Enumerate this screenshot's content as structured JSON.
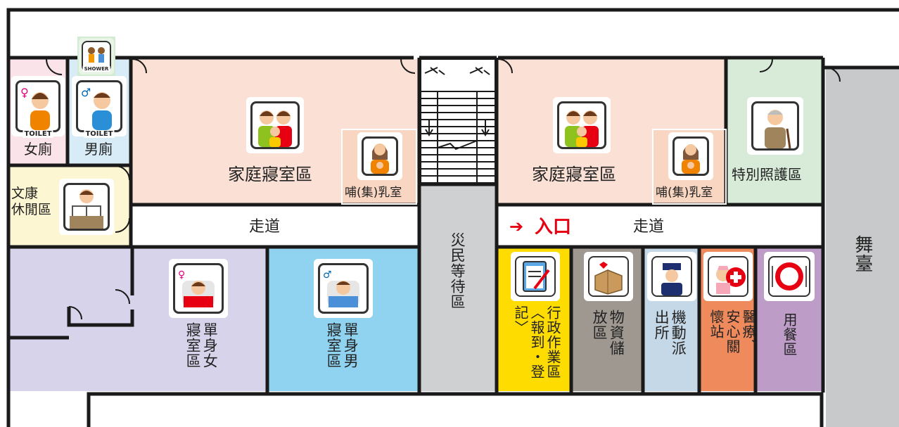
{
  "rooms": {
    "womens_toilet": {
      "label": "女廁",
      "tag": "TOILET"
    },
    "mens_toilet": {
      "label": "男廁",
      "tag": "TOILET"
    },
    "shower": {
      "tag": "SHOWER"
    },
    "family_room_left": {
      "label": "家庭寢室區"
    },
    "nursing_left": {
      "label": "哺(集)乳室"
    },
    "family_room_right": {
      "label": "家庭寢室區"
    },
    "nursing_right": {
      "label": "哺(集)乳室"
    },
    "special_care": {
      "label": "特別照護區"
    },
    "recreation": {
      "label": "文康\n休閒區"
    },
    "corridor_left": {
      "label": "走道"
    },
    "corridor_right": {
      "label": "走道"
    },
    "entrance": {
      "label": "入口"
    },
    "single_female": {
      "label": "單身女寢室區"
    },
    "single_male": {
      "label": "單身男寢室區"
    },
    "waiting": {
      "label": "災民等待區"
    },
    "admin": {
      "label": "行政作業區〈報到・登記〉"
    },
    "storage": {
      "label": "物資儲放區"
    },
    "police": {
      "label": "機動派出所"
    },
    "medical": {
      "label": "醫療、安心關懷站"
    },
    "dining": {
      "label": "用餐區"
    },
    "stage": {
      "label": "舞臺"
    }
  },
  "colors": {
    "wall": "#1a1a1a",
    "family": "#fbe0d5",
    "nursing": "#f9d6c2",
    "womens": "#fbe3ea",
    "mens": "#d8ecf7",
    "shower": "#d4ebd3",
    "special": "#d8ebd8",
    "recreation": "#fdf6d2",
    "single_female": "#d6d3ea",
    "single_male": "#8fd3f0",
    "waiting": "#cfd0d1",
    "admin": "#ffdc00",
    "storage": "#9e9890",
    "police": "#c5d8e7",
    "medical": "#ee8a5c",
    "dining": "#bd9dc8",
    "stage": "#c8c9ca",
    "entrance": "#e60012"
  }
}
